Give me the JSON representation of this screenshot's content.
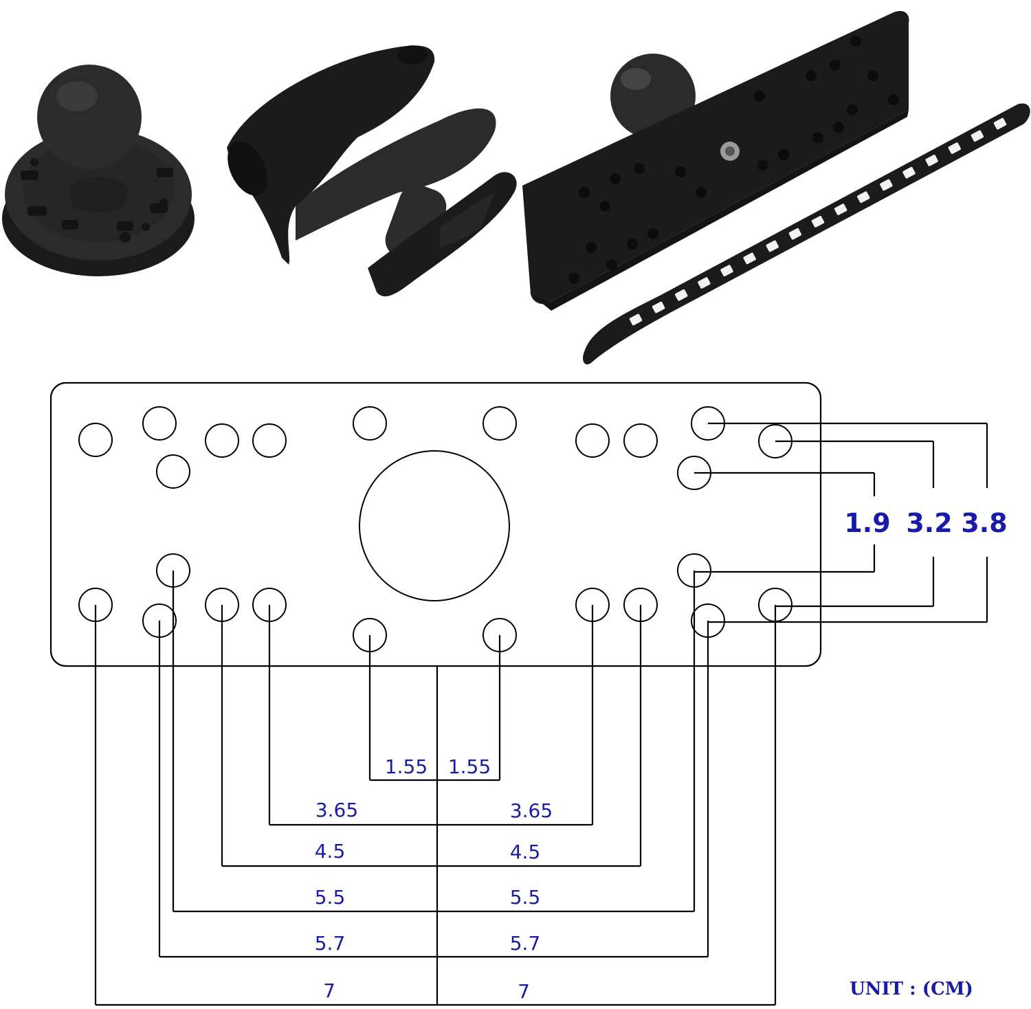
{
  "photo": {
    "parts": [
      {
        "name": "round-ball-base"
      },
      {
        "name": "double-socket-arm"
      },
      {
        "name": "rectangular-ball-plate"
      },
      {
        "name": "rubber-strap"
      }
    ]
  },
  "diagram": {
    "vertical_dims": [
      "1.9",
      "3.2",
      "3.8"
    ],
    "horizontal_dims": [
      {
        "left": "1.55",
        "right": "1.55"
      },
      {
        "left": "3.65",
        "right": "3.65"
      },
      {
        "left": "4.5",
        "right": "4.5"
      },
      {
        "left": "5.5",
        "right": "5.5"
      },
      {
        "left": "5.7",
        "right": "5.7"
      },
      {
        "left": "7",
        "right": "7"
      }
    ],
    "unit_label": "UNIT : (CM)",
    "colors": {
      "dimension_text": "#1a1aa8",
      "line": "#000000",
      "product": "#1b1b1b"
    }
  }
}
